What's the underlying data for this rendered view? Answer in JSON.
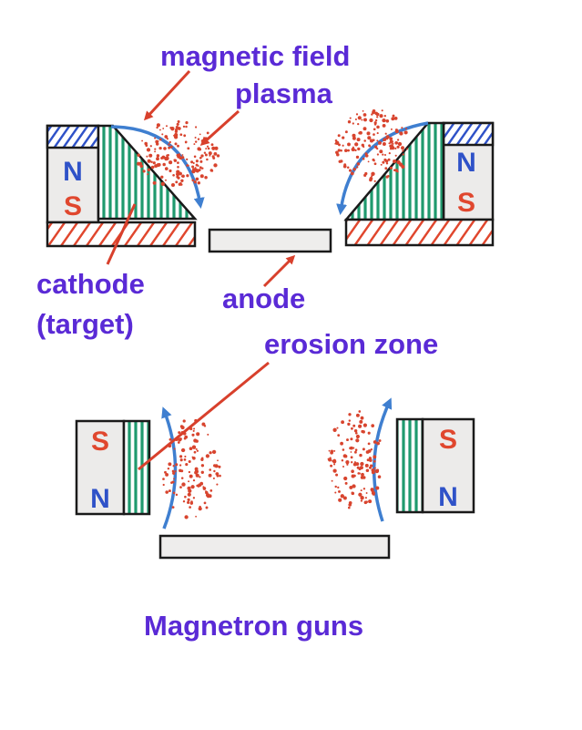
{
  "labels": {
    "magnetic_field": "magnetic field",
    "plasma": "plasma",
    "cathode": "cathode",
    "target": "(target)",
    "anode": "anode",
    "erosion_zone": "erosion zone",
    "title": "Magnetron guns"
  },
  "poles": {
    "north": "N",
    "south": "S"
  },
  "colors": {
    "label_text": "#5a2ad6",
    "pointer_arrow": "#d8402c",
    "field_line": "#3f7fd0",
    "plasma_dots": "#d8442e",
    "target_hatch": "#1f9a6e",
    "backing_plate": "#e0472e",
    "north_hatch": "#2f52c8",
    "magnet_fill": "#ecebea",
    "anode_fill": "#eeedec",
    "outline": "#1a1a1a"
  },
  "icons": [
    "pointer-arrow",
    "field-line-arrow",
    "plasma-cloud",
    "hatch-pattern"
  ]
}
